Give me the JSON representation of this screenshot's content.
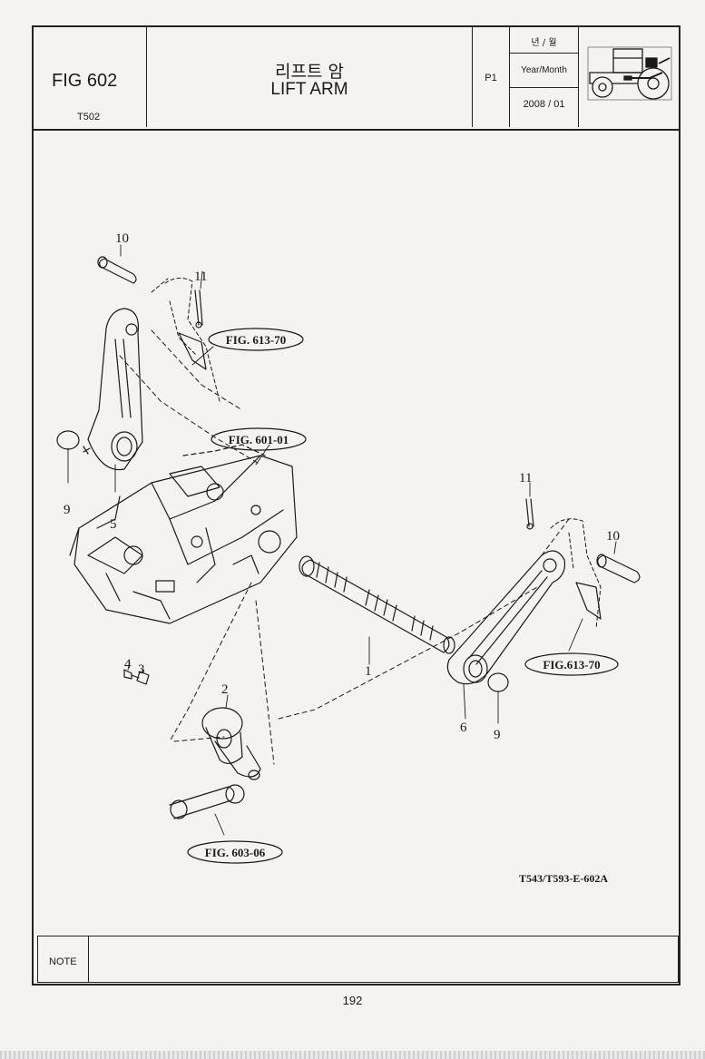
{
  "header": {
    "fig_label": "FIG 602",
    "model_code": "T502",
    "title_korean": "리프트 암",
    "title_english": "LIFT ARM",
    "page_ref": "P1",
    "year_month_korean": "년 / 월",
    "year_month_label": "Year/Month",
    "year_month_value": "2008 / 01"
  },
  "diagram": {
    "parts": [
      {
        "number": "10",
        "label": "10"
      },
      {
        "number": "11",
        "label": "11"
      },
      {
        "number": "9",
        "label": "9"
      },
      {
        "number": "5",
        "label": "5"
      },
      {
        "number": "11b",
        "label": "11"
      },
      {
        "number": "10b",
        "label": "10"
      },
      {
        "number": "1",
        "label": "1"
      },
      {
        "number": "4",
        "label": "4"
      },
      {
        "number": "3",
        "label": "3"
      },
      {
        "number": "2",
        "label": "2"
      },
      {
        "number": "6",
        "label": "6"
      },
      {
        "number": "9b",
        "label": "9"
      }
    ],
    "callouts": [
      "FIG. 613-70",
      "FIG. 601-01",
      "FIG.613-70",
      "FIG. 603-06"
    ],
    "drawing_ref": "T543/T593-E-602A"
  },
  "note": {
    "label": "NOTE",
    "text": ""
  },
  "footer": {
    "page_number": "192"
  },
  "colors": {
    "ink": "#1a1a1a",
    "paper": "#f4f3f0"
  },
  "icons": [
    "tractor-icon"
  ]
}
